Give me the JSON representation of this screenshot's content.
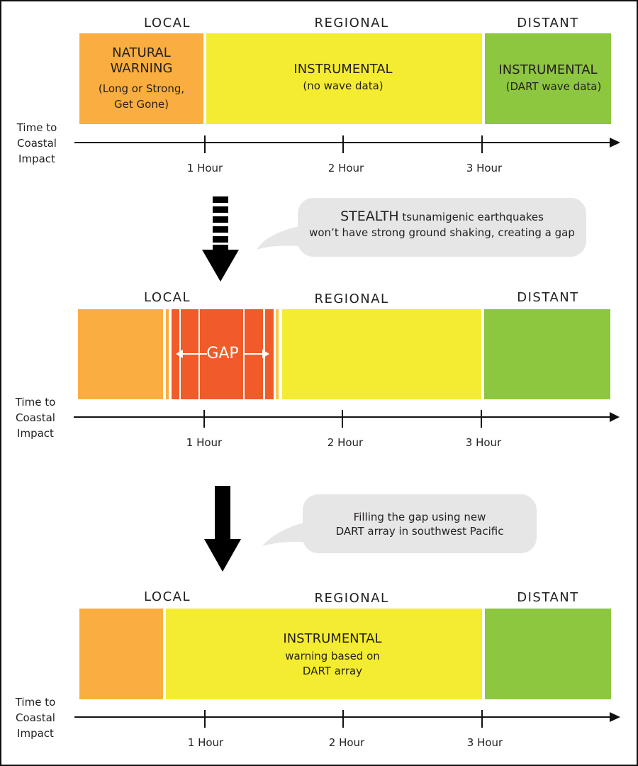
{
  "zones": {
    "local": "LOCAL",
    "regional": "REGIONAL",
    "distant": "DISTANT"
  },
  "axis": {
    "time_label": [
      "Time to",
      "Coastal",
      "Impact"
    ],
    "ticks": [
      "1 Hour",
      "2 Hour",
      "3 Hour"
    ]
  },
  "panel1": {
    "local_title": [
      "NATURAL",
      "WARNING"
    ],
    "local_sub": [
      "(Long or Strong,",
      "Get Gone)"
    ],
    "regional_title": "INSTRUMENTAL",
    "regional_sub": "(no wave data)",
    "distant_title": "INSTRUMENTAL",
    "distant_sub": "(DART wave data)"
  },
  "bubble1": {
    "strong": "STEALTH",
    "line1": " tsunamigenic earthquakes",
    "line2": "won’t have strong ground shaking, creating a gap"
  },
  "panel2": {
    "gap_label": "GAP"
  },
  "bubble2": {
    "line1": "Filling the gap using new",
    "line2": "DART array in southwest Pacific"
  },
  "panel3": {
    "regional_title": "INSTRUMENTAL",
    "regional_sub1": "warning based on",
    "regional_sub2": "DART array"
  },
  "colors": {
    "orange": "#fbae40",
    "yellow": "#f4ec31",
    "green": "#8dc63f",
    "red": "#f15a29",
    "bubble": "#e6e6e6"
  }
}
